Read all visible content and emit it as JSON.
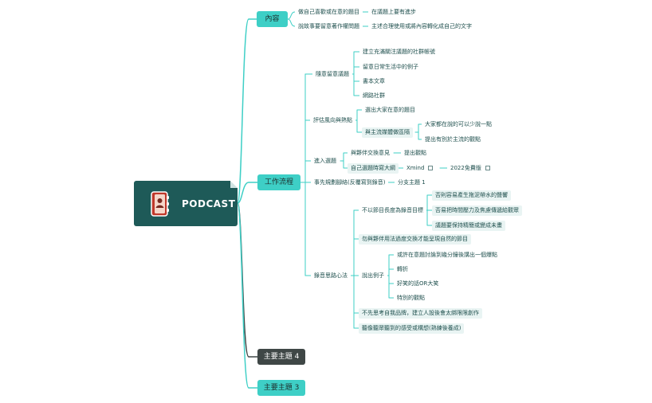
{
  "root": {
    "title": "PODCAST",
    "icon": "address-book-icon"
  },
  "colors": {
    "root_bg": "#1e5a58",
    "main_teal": "#3ecfc6",
    "main_dark": "#3f4746",
    "line": "#3ecfc6",
    "line_dark": "#3f4746"
  },
  "branches": {
    "content": {
      "label": "內容",
      "items": [
        {
          "text": "做自己喜歡或在意的題目",
          "child": "在議題上要有進步"
        },
        {
          "text": "說故事要留意著作權問題",
          "child": "主述合理使用或將內容轉化成自己的文字"
        }
      ]
    },
    "workflow": {
      "label": "工作流程",
      "topic_notes": {
        "label": "隨意留意議題",
        "items": [
          "建立充滿關注議題的社群帳號",
          "留意日常生活中的例子",
          "書本文章",
          "網路社群"
        ]
      },
      "evaluate": {
        "label": "評估風向與熱點",
        "items": [
          "選出大家在意的題目"
        ],
        "mainstream": {
          "label": "與主流媒體做區隔",
          "items": [
            "大家都在說的可以少說一點",
            "提出有別於主流的觀點"
          ]
        }
      },
      "select": {
        "label": "進入選題",
        "partner": {
          "label": "與夥伴交換意見",
          "child": "提出觀點"
        },
        "outline": {
          "label": "自己選題時寫大綱",
          "tool": "Xmind",
          "tool_note": "2022免費版"
        }
      },
      "script_first": {
        "label": "事先規劃腳絡(反覆寫到錄音)",
        "child": "分支主題 1"
      },
      "recording": {
        "label": "錄音思路心法",
        "length": {
          "label": "不以節目長度為錄音目標",
          "items": [
            "否則容易產生拖泥帶水的聲響",
            "否易把時間壓力及焦慮傳遞給觀眾",
            "議題要保持精簡或變成未畫"
          ]
        },
        "no_alternate": "勿與夥伴用法過度交換才能呈現自然的節目",
        "examples": {
          "label": "說出例子",
          "items": [
            "或許在意題討論到幾分鐘後講出一個爆點",
            "轉折",
            "好笑的話OR大笑",
            "特別的觀點"
          ]
        },
        "brand": "不先思考自我品牌，建立人設後會太綁限限創作",
        "listen": "聽像聽眾聽到的感受或構想(熟練後養成)"
      }
    },
    "topic4": {
      "label": "主要主題 4"
    },
    "topic3": {
      "label": "主要主題 3"
    }
  }
}
